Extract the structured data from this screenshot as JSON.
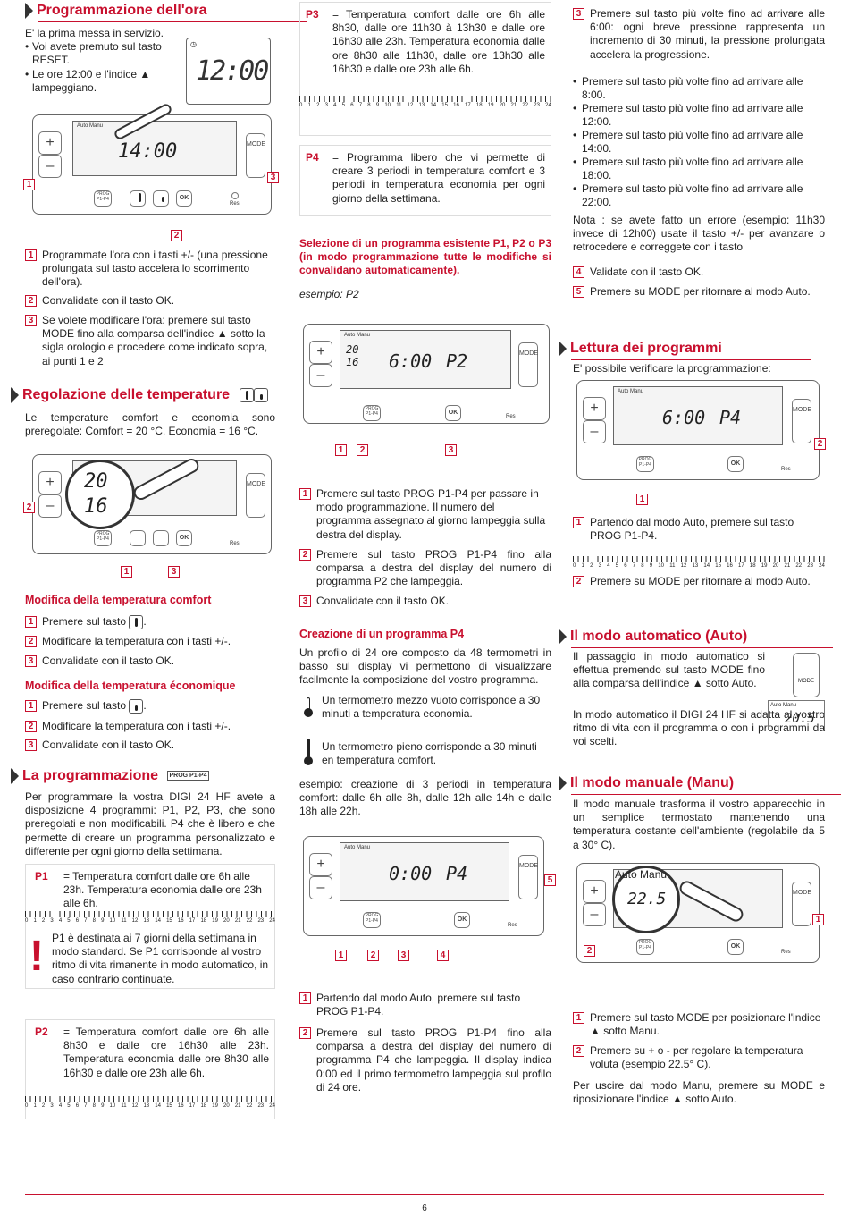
{
  "page_number": "6",
  "col1": {
    "time": {
      "title": "Programmazione dell'ora",
      "intro": [
        "E' la prima messa in servizio.",
        "Voi avete premuto sul tasto RESET.",
        "Le ore 12:00 e l'indice ▲ lampeggiano."
      ],
      "lcd_big": "12:00",
      "device_auto_manu": "Auto  Manu",
      "device_time": "14:00",
      "device_plus": "+",
      "device_minus": "–",
      "device_mode": "MODE",
      "device_prog": "PROG P1-P4",
      "device_ok": "OK",
      "device_res": "Res",
      "callouts": [
        "1",
        "2",
        "3"
      ],
      "steps": [
        {
          "n": "1",
          "text": "Programmate l'ora con i tasti +/- (una pressione prolungata sul tasto accelera lo scorrimento dell'ora)."
        },
        {
          "n": "2",
          "text": "Convalidate con il tasto OK."
        },
        {
          "n": "3",
          "text": "Se volete modificare l'ora: premere sul tasto MODE fino alla comparsa dell'indice ▲ sotto la sigla orologio e procedere come indicato sopra, ai punti 1 e 2"
        }
      ]
    },
    "temps": {
      "title": "Regolazione delle temperature",
      "intro": "Le temperature comfort e economia sono preregolate: Comfort = 20 °C, Economia = 16 °C.",
      "lcd_top": "20",
      "lcd_bottom": "16",
      "callouts": [
        "2",
        "1",
        "3"
      ],
      "comfort_title": "Modifica della temperatura comfort",
      "comfort_steps": [
        {
          "n": "1",
          "text": "Premere sul tasto"
        },
        {
          "n": "2",
          "text": "Modificare la temperatura con i tasti +/-."
        },
        {
          "n": "3",
          "text": "Convalidate con il tasto OK."
        }
      ],
      "eco_title": "Modifica della temperatura économique",
      "eco_steps": [
        {
          "n": "1",
          "text": "Premere sul tasto"
        },
        {
          "n": "2",
          "text": "Modificare la temperatura con i tasti +/-."
        },
        {
          "n": "3",
          "text": "Convalidate con il tasto OK."
        }
      ]
    },
    "prog": {
      "title": "La programmazione",
      "badge": "PROG P1-P4",
      "intro": "Per programmare la vostra DIGI 24 HF avete a disposizione 4 programmi: P1, P2, P3, che sono preregolati e non modificabili. P4 che è libero e che permette di creare un programma personalizzato e differente per ogni giorno della settimana.",
      "p1_label": "P1",
      "p1_text": "= Temperatura comfort dalle ore 6h alle 23h. Temperatura economia dalle ore 23h alle 6h.",
      "p1_note": "P1 è destinata ai 7 giorni della settimana in modo standard. Se P1 corrisponde al vostro ritmo di vita rimanente in modo automatico, in caso contrario continuate.",
      "p2_label": "P2",
      "p2_text": "= Temperatura comfort dalle ore 6h alle 8h30 e dalle ore 16h30 alle 23h. Temperatura economia dalle ore 8h30 alle 16h30 e dalle ore 23h alle 6h."
    }
  },
  "col2": {
    "p3_label": "P3",
    "p3_text": "= Temperatura comfort dalle ore 6h alle 8h30, dalle ore 11h30 à 13h30 e dalle ore 16h30 alle 23h. Temperatura economia dalle ore 8h30 alle 11h30, dalle ore 13h30 alle 16h30 e dalle ore 23h alle 6h.",
    "p4_label": "P4",
    "p4_text": "= Programma libero che vi permette di creare 3 periodi in temperatura comfort e 3 periodi in temperatura economia per ogni giorno della settimana.",
    "select_title": "Selezione di un programma esistente P1, P2 o P3 (in modo programmazione tutte le modifiche si convalidano automaticamente).",
    "example": "esempio: P2",
    "dev1_time": "6:00",
    "dev1_prog": "P2",
    "dev1_t1": "20",
    "dev1_t2": "16",
    "dev1_callouts": [
      "1",
      "2",
      "3"
    ],
    "steps": [
      {
        "n": "1",
        "text": "Premere sul tasto PROG P1-P4 per passare in modo programmazione. Il numero del programma assegnato al giorno lampeggia sulla destra del display."
      },
      {
        "n": "2",
        "text": "Premere sul tasto PROG P1-P4 fino alla comparsa a destra del display del numero di programma P2 che lampeggia."
      },
      {
        "n": "3",
        "text": "Convalidate con il tasto OK."
      }
    ],
    "create_title": "Creazione di un programma P4",
    "create_intro": "Un profilo di 24 ore composto da 48 termometri in basso sul display vi permettono di visualizzare facilmente la composizione del vostro programma.",
    "half_text": "Un termometro mezzo vuoto corrisponde a 30 minuti a temperatura economia.",
    "full_text": "Un termometro pieno corrisponde a 30 minuti en temperatura comfort.",
    "example2": "esempio: creazione di 3 periodi in temperatura comfort: dalle 6h alle 8h, dalle 12h alle 14h e dalle 18h alle 22h.",
    "dev2_time": "0:00",
    "dev2_prog": "P4",
    "dev2_callouts": [
      "1",
      "2",
      "3",
      "4",
      "5"
    ],
    "steps2": [
      {
        "n": "1",
        "text": "Partendo dal modo Auto, premere sul tasto PROG P1-P4."
      },
      {
        "n": "2",
        "text": "Premere sul tasto PROG P1-P4 fino alla comparsa a destra del display del numero di programma P4 che lampeggia. Il display indica 0:00 ed il primo termometro lampeggia sul profilo di 24 ore."
      }
    ]
  },
  "col3": {
    "steps_top": [
      {
        "n": "3",
        "text": "Premere sul tasto più volte fino ad arrivare alle 6:00: ogni breve pressione rappresenta un incremento di 30 minuti, la pressione prolungata accelera la progressione."
      }
    ],
    "bullets": [
      "Premere sul tasto più volte fino ad arrivare alle 8:00.",
      "Premere sul tasto più volte fino ad arrivare alle 12:00.",
      "Premere sul tasto più volte fino ad arrivare alle 14:00.",
      "Premere sul tasto più volte fino ad arrivare alle 18:00.",
      "Premere sul tasto più volte fino ad arrivare alle 22:00."
    ],
    "nota": "Nota : se avete fatto un errore (esempio: 11h30 invece di 12h00) usate il tasto +/- per avanzare o retrocedere e correggete con i tasto",
    "step4": "Validate con il tasto OK.",
    "step5": "Premere su MODE per ritornare al modo Auto.",
    "read_title": "Lettura dei programmi",
    "read_intro": "E' possibile verificare la programmazione:",
    "dev_time": "6:00",
    "dev_prog": "P4",
    "read_callouts": [
      "2",
      "1"
    ],
    "read_steps": [
      {
        "n": "1",
        "text": "Partendo dal modo Auto, premere sul tasto PROG P1-P4."
      },
      {
        "n": "2",
        "text": "Premere su MODE per ritornare al modo Auto."
      }
    ],
    "auto_title": "Il modo automatico (Auto)",
    "auto_text1": "Il passaggio in modo automatico si effettua premendo sul tasto MODE fino alla comparsa dell'indice ▲ sotto Auto.",
    "auto_text2": "In modo automatico il DIGI 24 HF si adatta al vostro ritmo di vita con il programma o con i programmi da voi scelti.",
    "auto_lcd": "20.5",
    "manu_title": "Il modo manuale (Manu)",
    "manu_text": "Il modo manuale trasforma il vostro apparecchio in un semplice termostato mantenendo una temperatura costante dell'ambiente (regolabile da 5 a 30° C).",
    "manu_lcd": "22.5",
    "manu_callouts": [
      "2",
      "1"
    ],
    "manu_steps": [
      {
        "n": "1",
        "text": "Premere sul tasto MODE per posizionare l'indice ▲ sotto Manu."
      },
      {
        "n": "2",
        "text": "Premere su + o - per regolare la temperatura voluta (esempio 22.5° C)."
      }
    ],
    "manu_exit": "Per uscire dal modo Manu, premere su MODE e riposizionare l'indice ▲ sotto Auto."
  },
  "hours": [
    "0",
    "1",
    "2",
    "3",
    "4",
    "5",
    "6",
    "7",
    "8",
    "9",
    "10",
    "11",
    "12",
    "13",
    "14",
    "15",
    "16",
    "17",
    "18",
    "19",
    "20",
    "21",
    "22",
    "23",
    "24"
  ],
  "colors": {
    "accent": "#c8102e",
    "text": "#222222",
    "muted": "#888888"
  }
}
